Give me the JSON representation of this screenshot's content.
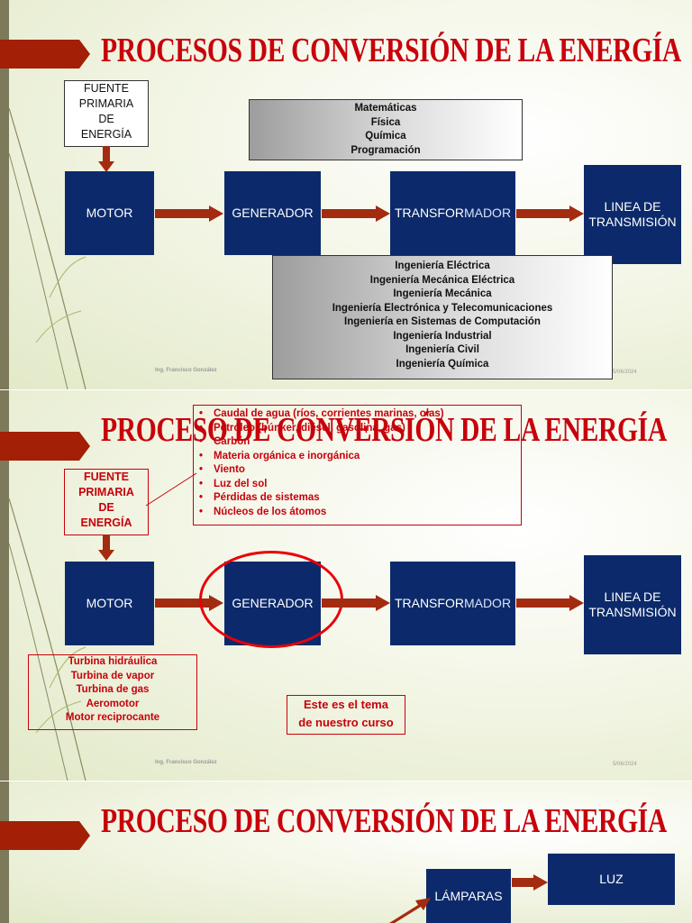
{
  "slide1": {
    "title": "PROCESOS DE CONVERSIÓN DE LA ENERGÍA",
    "fuente": [
      "FUENTE",
      "PRIMARIA",
      "DE",
      "ENERGÍA"
    ],
    "motor": "MOTOR",
    "generador": "GENERADOR",
    "transformador_a": "TRANSFOR",
    "transformador_b": "MADOR",
    "linea": [
      "LINEA DE",
      "TRANSMISIÓN"
    ],
    "subjects": [
      "Matemáticas",
      "Física",
      "Química",
      "Programación"
    ],
    "engineering": [
      "Ingeniería Eléctrica",
      "Ingeniería Mecánica Eléctrica",
      "Ingeniería Mecánica",
      "Ingeniería Electrónica y Telecomunicaciones",
      "Ingeniería en Sistemas de Computación",
      "Ingeniería Industrial",
      "Ingeniería Civil",
      "Ingeniería Química"
    ],
    "footer_author": "Ing. Francisco González",
    "footer_date": "5/06/2024"
  },
  "slide2": {
    "title": "PROCESO DE CONVERSIÓN DE LA ENERGÍA",
    "fuente": [
      "FUENTE",
      "PRIMARIA",
      "DE",
      "ENERGÍA"
    ],
    "sources": [
      "Caudal de agua (ríos, corrientes marinas, olas)",
      "Petróleo (búnker, diésel, gasolina, gas)",
      "Carbón",
      "Materia orgánica e inorgánica",
      "Viento",
      "Luz del sol",
      "Pérdidas de sistemas",
      "Núcleos de los átomos"
    ],
    "motor": "MOTOR",
    "generador": "GENERADOR",
    "transformador_a": "TRANSFOR",
    "transformador_b": "MADOR",
    "linea": [
      "LINEA DE",
      "TRANSMISIÓN"
    ],
    "motors": [
      "Turbina hidráulica",
      "Turbina de vapor",
      "Turbina de gas",
      "Aeromotor",
      "Motor reciprocante"
    ],
    "note": [
      "Este es el tema",
      "de nuestro curso"
    ],
    "footer_author": "Ing. Francisco González",
    "footer_date": "5/06/2024"
  },
  "slide3": {
    "title": "PROCESO DE CONVERSIÓN DE LA ENERGÍA",
    "lamparas": "LÁMPARAS",
    "luz": "LUZ"
  },
  "colors": {
    "title_red": "#c8000b",
    "box_blue": "#0c2a6b",
    "arrow_red": "#a32b10",
    "ribbon": "#a31f06"
  }
}
